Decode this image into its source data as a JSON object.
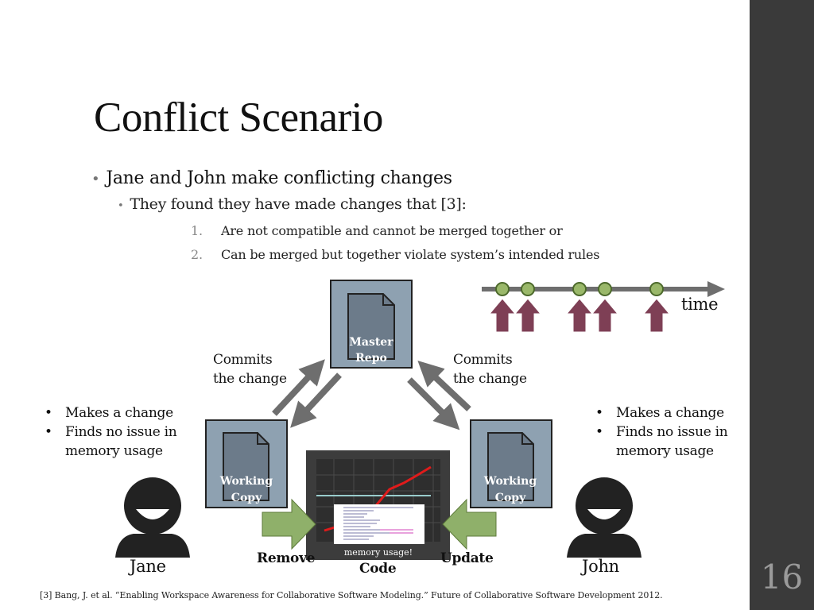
{
  "slide": {
    "title": "Conflict Scenario",
    "page_number": "16"
  },
  "bullets": {
    "level1": "Jane and John make conflicting changes",
    "level2": "They found they have made changes that [3]:",
    "items": [
      {
        "num": "1.",
        "text": "Are not compatible and cannot be merged together or"
      },
      {
        "num": "2.",
        "text": "Can be merged but together violate system’s intended rules"
      }
    ]
  },
  "diagram": {
    "master_repo": {
      "line1": "Master",
      "line2": "Repo"
    },
    "working_copy": {
      "line1": "Working",
      "line2": "Copy"
    },
    "commits_left": {
      "line1": "Commits",
      "line2": "the change"
    },
    "commits_right": {
      "line1": "Commits",
      "line2": "the change"
    },
    "time_label": "time",
    "remove_label": "Remove",
    "update_label": "Update",
    "code_label": "Code",
    "memory_caption": "memory usage!",
    "jane": {
      "name": "Jane",
      "notes": [
        "Makes a change",
        "Finds no issue in",
        "memory usage"
      ]
    },
    "john": {
      "name": "John",
      "notes": [
        "Makes a change",
        "Finds no issue in",
        "memory usage"
      ]
    }
  },
  "footnote": "[3] Bang, J. et al. “Enabling Workspace Awareness for Collaborative Software Modeling.” Future of Collaborative Software Development 2012.",
  "colors": {
    "sidebar": "#3a3a3a",
    "box_fill": "#8ea1b1",
    "doc_fill": "#6c7b8a",
    "arrow_gray": "#6e6e6e",
    "green_arrow": "#8fb06a",
    "event_dot": "#9ab86a",
    "maroon_arrow": "#7e3f55",
    "monitor": "#3c3c3c"
  },
  "icons": {
    "document": "document-icon",
    "person": "person-icon",
    "timeline": "timeline-arrow-icon"
  }
}
